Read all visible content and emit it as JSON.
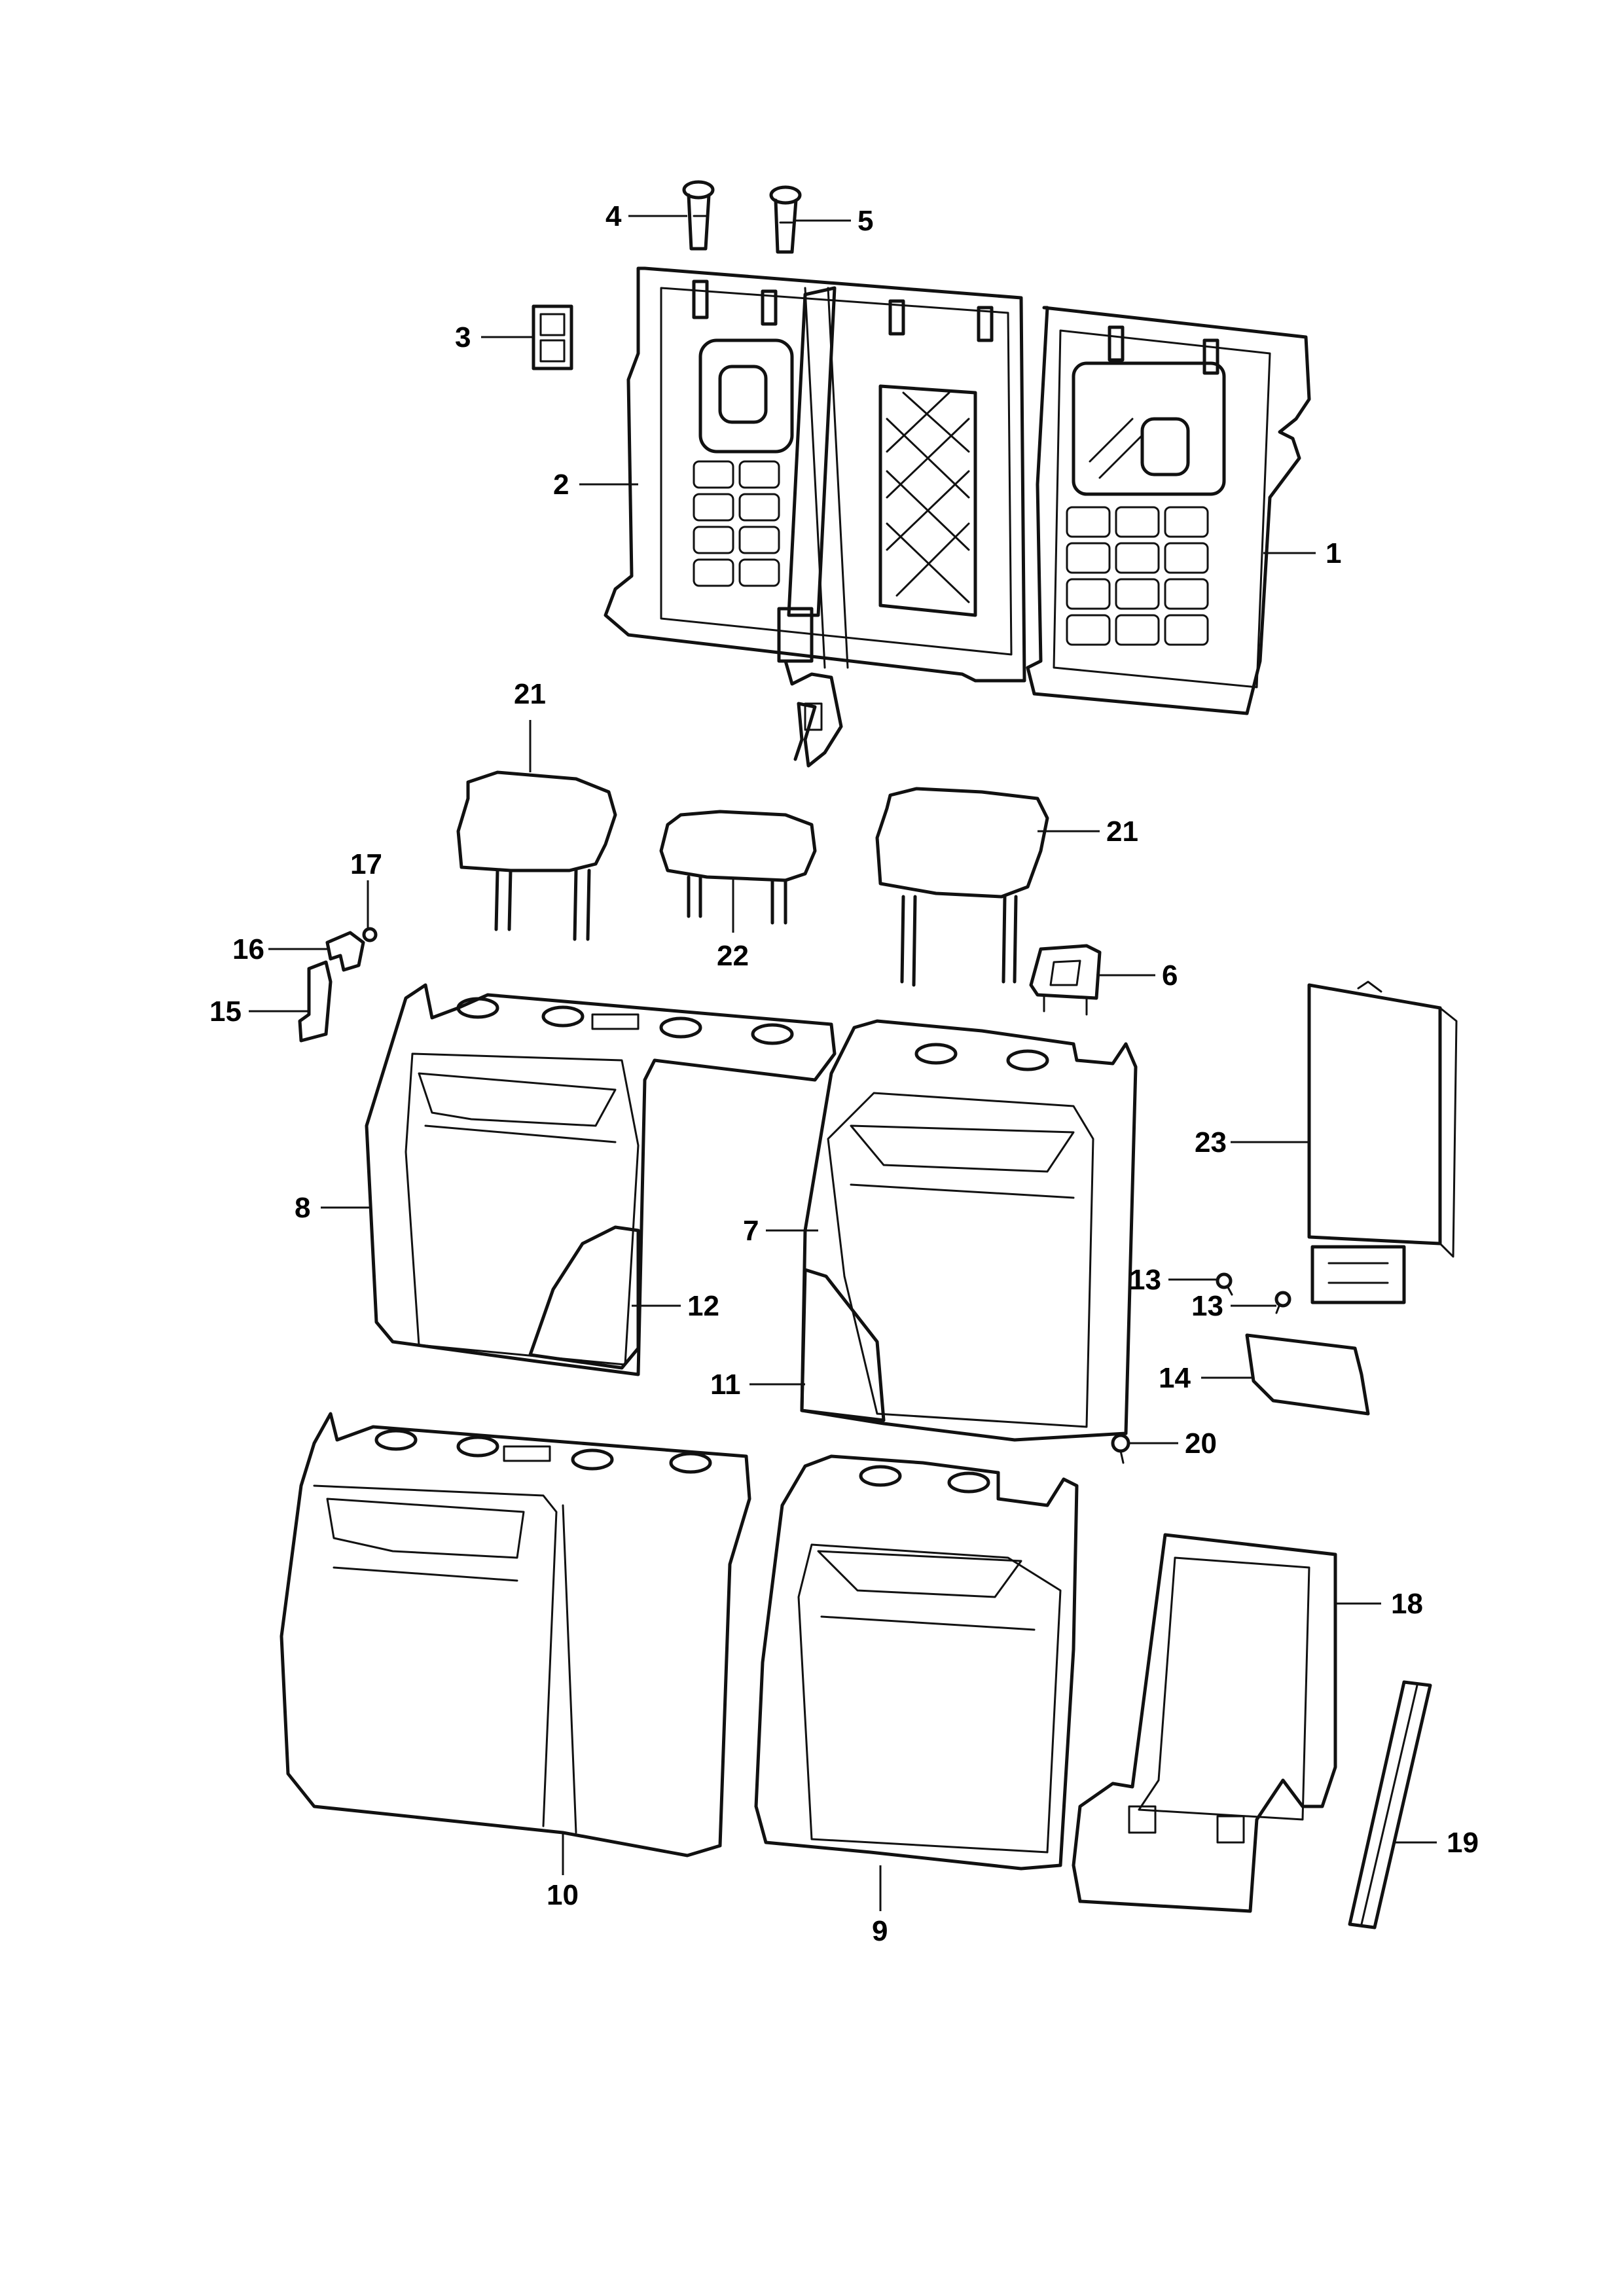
{
  "diagram": {
    "type": "exploded-parts-diagram",
    "colors": {
      "line": "#111111",
      "background": "#ffffff"
    },
    "callouts": [
      {
        "id": "c1",
        "label": "1"
      },
      {
        "id": "c2",
        "label": "2"
      },
      {
        "id": "c3",
        "label": "3"
      },
      {
        "id": "c4",
        "label": "4"
      },
      {
        "id": "c5",
        "label": "5"
      },
      {
        "id": "c6",
        "label": "6"
      },
      {
        "id": "c7",
        "label": "7"
      },
      {
        "id": "c8",
        "label": "8"
      },
      {
        "id": "c9",
        "label": "9"
      },
      {
        "id": "c10",
        "label": "10"
      },
      {
        "id": "c11",
        "label": "11"
      },
      {
        "id": "c12",
        "label": "12"
      },
      {
        "id": "c13a",
        "label": "13"
      },
      {
        "id": "c13b",
        "label": "13"
      },
      {
        "id": "c14",
        "label": "14"
      },
      {
        "id": "c15",
        "label": "15"
      },
      {
        "id": "c16",
        "label": "16"
      },
      {
        "id": "c17",
        "label": "17"
      },
      {
        "id": "c18",
        "label": "18"
      },
      {
        "id": "c19",
        "label": "19"
      },
      {
        "id": "c20",
        "label": "20"
      },
      {
        "id": "c21a",
        "label": "21"
      },
      {
        "id": "c21b",
        "label": "21"
      },
      {
        "id": "c22",
        "label": "22"
      },
      {
        "id": "c23",
        "label": "23"
      }
    ]
  }
}
